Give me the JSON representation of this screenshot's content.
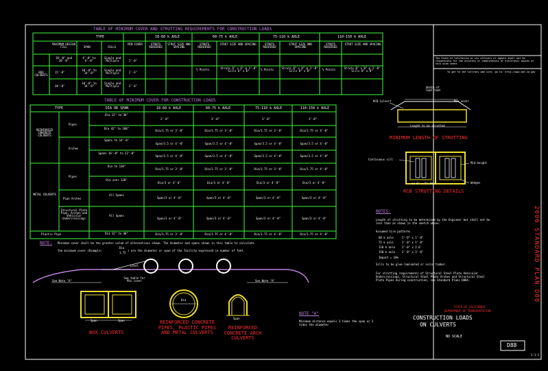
{
  "table1": {
    "title": "TABLE OF MINIMUM COVER AND STRUTTING REQUIREMENTS FOR CONSTRUCTION LOADS",
    "col_type": "TYPE",
    "col_axles": [
      "18-60 k AXLE",
      "60-75 k AXLE",
      "75-110 k AXLE",
      "110-150 k AXLE"
    ],
    "col_max_design_fill": "MAXIMUM DESIGN FILL",
    "col_span": "SPAN",
    "col_cells": "CELLS",
    "col_min_cover": "MIN COVER",
    "col_strut_req": "STRUTS REQUIRED",
    "col_strut_size": "STRUT SIZE AND SPACING",
    "row_group": "BOX CULVERTS",
    "rows": [
      {
        "fill": "10'-0\" and 20'-0\"",
        "span": "4'-0\" to 6'-0\"",
        "cells": "Single and Multiple",
        "cover1": "2'-0\"",
        "c60": "½ Points",
        "s60": "Struts 6\" x 6\" @ 3'-0\" Sills 6\" x 6\"",
        "c75": "½ Points",
        "s75": "Struts 8\" x 8\" @ 3'-0\" Sills 8\" x 8\"",
        "c110": "½ Points",
        "s110": "Struts 8\" x 8\" @ 3'-0\" Sills 8\" x 8\""
      },
      {
        "fill": "15'-0\"",
        "span": "10'-0\" to 14'-0\"",
        "cells": "Single and Multiple",
        "cover1": "2'-6\"",
        "c60": "",
        "s60": "",
        "c75": "",
        "s75": "",
        "c110": "",
        "s110": ""
      },
      {
        "fill": "20'-0\"",
        "span": "10'-0\" to 14'-0\"",
        "cells": "Single and Multiple",
        "cover1": "2'-6\"",
        "c60": "",
        "s60": "",
        "c75": "",
        "s75": "",
        "c110": "",
        "s110": ""
      }
    ]
  },
  "table2": {
    "title": "TABLE OF MINIMUM COVER FOR CONSTRUCTION LOADS",
    "col_type": "TYPE",
    "col_dia": "DIA OR SPAN",
    "col_axles": [
      "18-60 k AXLE",
      "60-75 k AXLE",
      "75-110 k AXLE",
      "110-150 k AXLE"
    ],
    "top_row": [
      "2'-0\"",
      "3'-0\"",
      "3'-0\"",
      "3'-0\""
    ],
    "groups": [
      {
        "name": "REINFORCED CONCRETE CULVERTS",
        "rows": [
          {
            "type": "Pipes",
            "span": "Dia 12\" to 36\"",
            "vals": [
              "",
              "",
              "",
              ""
            ]
          },
          {
            "type": "",
            "span": "Dia 42\" to 108\"",
            "vals": [
              "Dia/1.75 or 3'-0\"",
              "Dia/1.75 or 3'-0\"",
              "Dia/1.75 or 3'-0\"",
              "Dia/1.75 or 4'-0\""
            ]
          },
          {
            "type": "Arches",
            "span": "Spans to 14'-0\"",
            "vals": [
              "Span/3.5 or 4'-0\"",
              "Span/3.5 or 4'-0\"",
              "Span/3.5 or 4'-0\"",
              "Span/3.5 or 4'-0\""
            ]
          },
          {
            "type": "",
            "span": "Spans 16'-0\" to 22'-0\"",
            "vals": [
              "Span/3.5 or 4'-0\"",
              "Span/3.5 or 4'-0\"",
              "Span/3.5 or 4'-0\"",
              "Span/3.5 or 4'-0\""
            ]
          }
        ]
      },
      {
        "name": "METAL CULVERTS",
        "rows": [
          {
            "type": "Pipes",
            "span": "Dia to 120\"",
            "vals": [
              "Dia/1.75 or 3'-0\"",
              "Dia/1.75 or 3'-0\"",
              "Dia/1.75 or 3'-0\"",
              "Dia/1.75 or 4'-0\""
            ]
          },
          {
            "type": "",
            "span": "Dia over 120\"",
            "vals": [
              "Dia/3 or 4'-0\"",
              "Dia/3 or 4'-0\"",
              "Dia/3 or 4'-0\"",
              "Dia/3 or 4'-0\""
            ]
          },
          {
            "type": "Pipe Arches",
            "span": "All Spans",
            "vals": [
              "Span/3 or 4'-0\"",
              "Span/3 or 4'-0\"",
              "Span/3 or 4'-0\"",
              "Span/3 or 4'-0\""
            ]
          },
          {
            "type": "Structural Plate Pipe, Arches and Vehicular Undercrossings",
            "span": "All Spans",
            "vals": [
              "Span/3 or 4'-0\"",
              "Span/3 or 4'-0\"",
              "Span/3 or 4'-0\"",
              "Span/3 or 4'-0\""
            ]
          }
        ]
      },
      {
        "name": "",
        "rows": [
          {
            "type": "Plastic Pipe",
            "span": "Dia 12\" to 48\"",
            "vals": [
              "Dia/1.75 or 3'-0\"",
              "Dia/1.75 or 4'-0\"",
              "Dia/1.75 or 4'-0\"",
              "Dia/1.75 or 4'-0\""
            ]
          }
        ]
      }
    ]
  },
  "note_main": {
    "label": "NOTE:",
    "line1": "Minimum cover shall be the greater value of alternatives shown. The diameter and spans shown in this table to calculate",
    "line2": "the minimum cover (Example:",
    "frac_num": "Dia",
    "frac_den": "1.75",
    "line2b": ") are the diameter or span of the facility expressed in number of feet."
  },
  "sections": {
    "level": "Level",
    "see_note_a_left": "See Note \"A\"",
    "see_note_a_right": "See Note \"A\"",
    "see_table": "See table for Min cover",
    "dia": "Dia",
    "span_labels": [
      "Span",
      "Span",
      "Span"
    ],
    "box_label": "BOX CULVERTS",
    "pipe_label": "REINFORCED CONCRETE PIPES, PLASTIC PIPES AND METAL CULVERTS",
    "arch_label": "REINFORCED CONCRETE ARCH CULVERTS"
  },
  "note_a": {
    "label": "NOTE \"A\"",
    "text": "Minimum distance equals 3 times the span or 3 times the diameter"
  },
  "strutting": {
    "rcb_culvert": "RCB Culvert",
    "width_label": "Width of load road",
    "min_cover": "Min cover",
    "length_label": "Length to be strutted",
    "title_min_len": "MINIMUM LENGTH OF STRUTTING",
    "continuous_sill": "Continuous sill",
    "mid_height": "Mid-height",
    "post": "or 6\" x 6\" Post",
    "wedges": "Wedges",
    "title_details": "RCB STRUTTING DETAILS"
  },
  "notes": {
    "heading": "NOTES:",
    "p1": "Length of strutting to be determined by the Engineer but shall not be less than as shown in the sketch above.",
    "assumed": "Assumed tire patterns",
    "tires": [
      {
        "load": "60 k axle",
        "pattern": "2'-0\" x 1'-8\""
      },
      {
        "load": "75 k axle",
        "pattern": "2'-0\" x 1'-8\""
      },
      {
        "load": "110 k axle",
        "pattern": "2'-0\" x 2.6'"
      },
      {
        "load": "150 k axle",
        "pattern": "2'-0\" x 3'-0\""
      }
    ],
    "impact": "Impact = 10%",
    "p2": "Sills to be glue-laminated or solid timber.",
    "p3": "For strutting requirements of Structural Steel Plate Vehicular Undercrossings, Structural Steel Plate Arches and Structural Steel Plate Pipes during construction, see Standard Plans D88A."
  },
  "titleblock": {
    "disclaimer": "The State of California or its officers or agents shall not be responsible for the accuracy or completeness of electronic copies of this plan sheet.",
    "link": "To get to the Caltrans web site, go to: http://www.dot.ca.gov",
    "vertical": "2006 STANDARD PLAN D88",
    "state": "STATE OF CALIFORNIA",
    "dept": "DEPARTMENT OF TRANSPORTATION",
    "title1": "CONSTRUCTION LOADS",
    "title2": "ON CULVERTS",
    "scale": "NO SCALE",
    "sheet_no": "D88",
    "corner": "1-1-1"
  }
}
